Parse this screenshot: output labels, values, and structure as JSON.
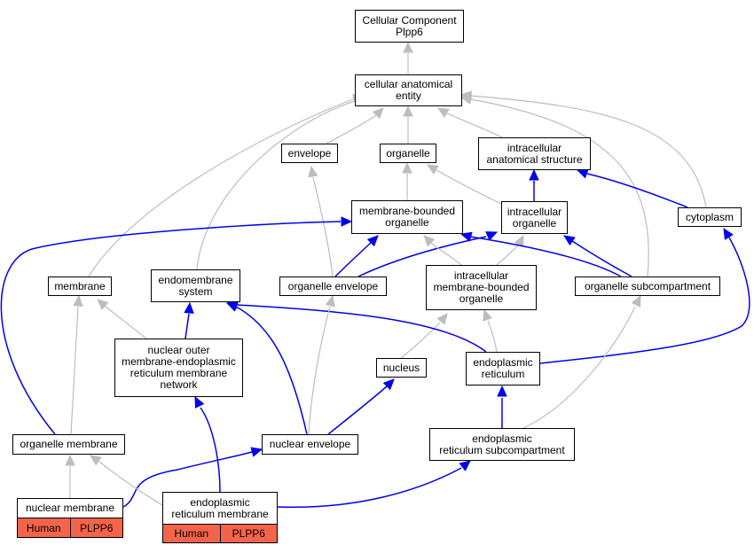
{
  "colors": {
    "is_a_edge": "#bdbdbd",
    "part_of_edge": "#0000ee",
    "annotation_fill": "#f4644b",
    "node_border": "#000000"
  },
  "nodes": {
    "root": "Cellular Component\nPlpp6",
    "cellular_anatomical_entity": "cellular anatomical\nentity",
    "envelope": "envelope",
    "organelle": "organelle",
    "intracellular_anatomical_structure": "intracellular\nanatomical structure",
    "membrane_bounded_organelle": "membrane-bounded\norganelle",
    "intracellular_organelle": "intracellular\norganelle",
    "cytoplasm": "cytoplasm",
    "membrane": "membrane",
    "endomembrane_system": "endomembrane\nsystem",
    "organelle_envelope": "organelle envelope",
    "intracellular_mb_organelle": "intracellular\nmembrane-bounded\norganelle",
    "organelle_subcompartment": "organelle subcompartment",
    "nuclear_outer_membrane_er_network": "nuclear outer\nmembrane-endoplasmic\nreticulum membrane\nnetwork",
    "nucleus": "nucleus",
    "endoplasmic_reticulum": "endoplasmic\nreticulum",
    "organelle_membrane": "organelle membrane",
    "nuclear_envelope": "nuclear envelope",
    "er_subcompartment": "endoplasmic\nreticulum subcompartment",
    "nuclear_membrane": "nuclear membrane",
    "er_membrane": "endoplasmic\nreticulum membrane"
  },
  "annotations": {
    "nuclear_membrane": {
      "species": "Human",
      "gene": "PLPP6"
    },
    "er_membrane": {
      "species": "Human",
      "gene": "PLPP6"
    }
  }
}
